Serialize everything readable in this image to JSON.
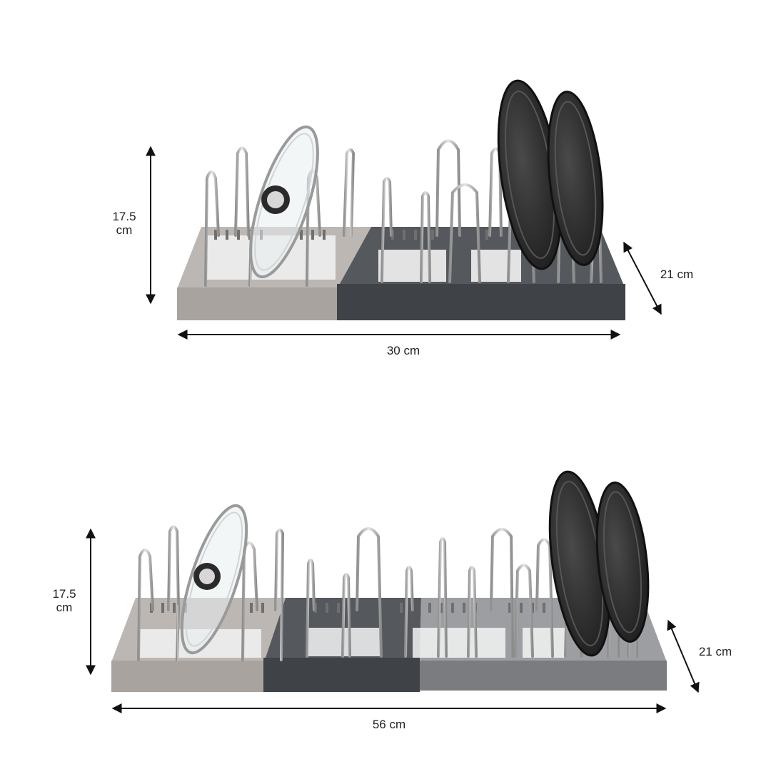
{
  "product": {
    "top_view": {
      "height_label": "17.5\ncm",
      "width_label": "30 cm",
      "depth_label": "21 cm",
      "colors": {
        "left_section": "#a8a39f",
        "right_section": "#3f4247",
        "wire": "#c8c8c8",
        "pan": "#2b2b2b"
      }
    },
    "bottom_view": {
      "height_label": "17.5\ncm",
      "width_label": "56 cm",
      "depth_label": "21 cm",
      "colors": {
        "left_section": "#a8a39f",
        "middle_section": "#3f4247",
        "right_section": "#7a7c80",
        "wire": "#c8c8c8",
        "pan": "#2b2b2b"
      }
    }
  }
}
